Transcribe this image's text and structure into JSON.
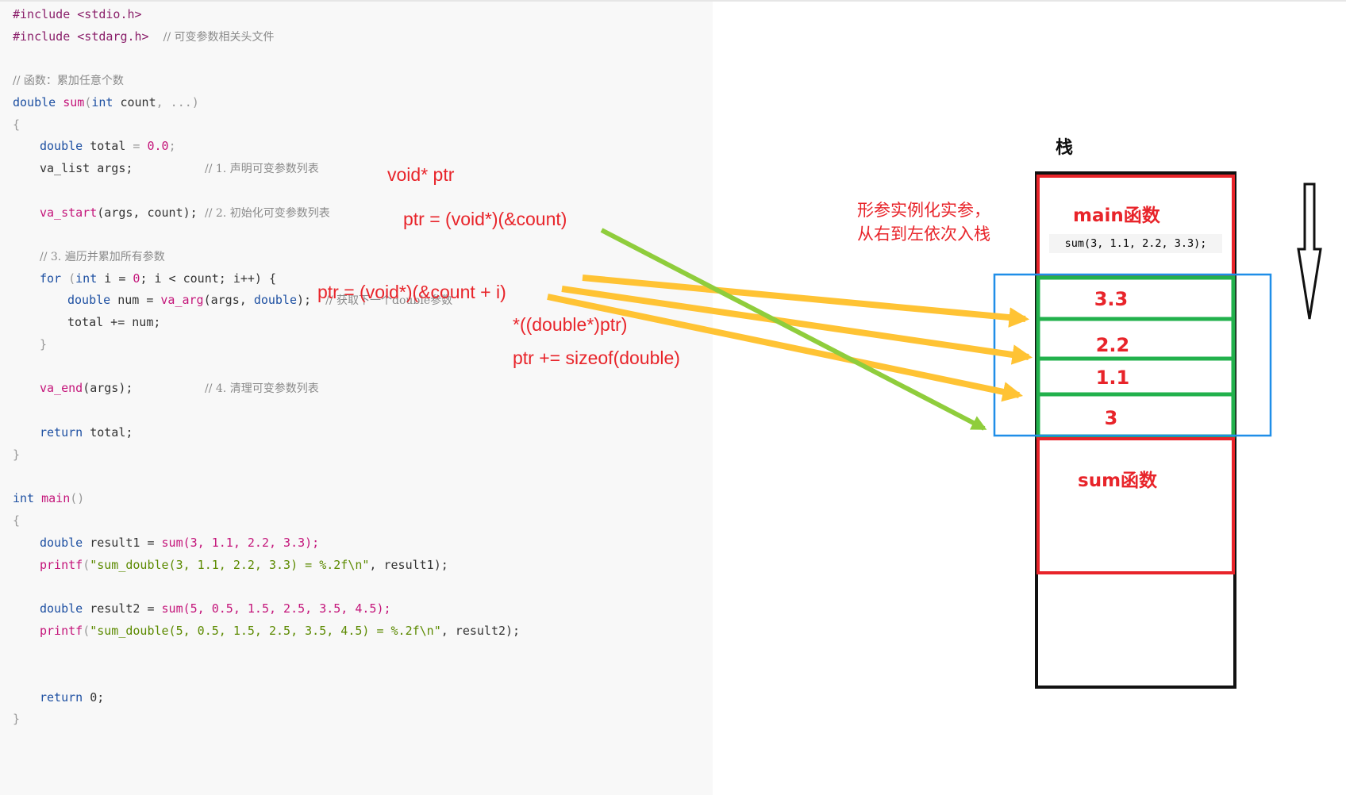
{
  "code": {
    "include1": "#include",
    "include1_file": "<stdio.h>",
    "include2": "#include",
    "include2_file": "<stdarg.h>",
    "include2_comment": "// 可变参数相关头文件",
    "func_comment": "// 函数：累加任意个数",
    "sum_sig": {
      "type": "double",
      "name": "sum",
      "param_type": "int",
      "param": "count",
      "rest": ", ...)"
    },
    "open_brace": "{",
    "close_brace": "}",
    "total_decl": {
      "type": "double",
      "name": "total",
      "op": " = ",
      "value": "0.0",
      "end": ";"
    },
    "va_list_decl": {
      "text": "va_list args;",
      "comment": "// 1. 声明可变参数列表"
    },
    "va_start_line": {
      "fn": "va_start",
      "args": "(args, count);",
      "comment": "// 2. 初始化可变参数列表"
    },
    "loop_comment": "// 3. 遍历并累加所有参数",
    "for_line": {
      "kw": "for",
      "text1": " (",
      "type": "int",
      "text2": " i = ",
      "zero": "0",
      "text3": "; i < count; i++) {"
    },
    "num_line": {
      "type": "double",
      "text1": " num = ",
      "fn": "va_arg",
      "text2": "(args, ",
      "type2": "double",
      "text3": ");",
      "comment": "// 获取下一个double参数"
    },
    "total_add": "total += num;",
    "inner_close": "}",
    "va_end_line": {
      "fn": "va_end",
      "args": "(args);",
      "comment": "// 4. 清理可变参数列表"
    },
    "return_total": {
      "kw": "return",
      "text": " total;"
    },
    "main_sig": {
      "type": "int",
      "name": "main",
      "rest": "()"
    },
    "result1_line": {
      "type": "double",
      "text1": " result1 = ",
      "fn": "sum",
      "args": "(3, 1.1, 2.2, 3.3);"
    },
    "printf1_line": {
      "fn": "printf",
      "str": "\"sum_double(3, 1.1, 2.2, 3.3) = %.2f\\n\"",
      "rest": ", result1);"
    },
    "result2_line": {
      "type": "double",
      "text1": " result2 = ",
      "fn": "sum",
      "args": "(5, 0.5, 1.5, 2.5, 3.5, 4.5);"
    },
    "printf2_line": {
      "fn": "printf",
      "str": "\"sum_double(5, 0.5, 1.5, 2.5, 3.5, 4.5) = %.2f\\n\"",
      "rest": ", result2);"
    },
    "return_zero": {
      "kw": "return",
      "text": " 0;"
    }
  },
  "annotations": {
    "void_ptr": "void* ptr",
    "ptr_init": "ptr = (void*)(&count)",
    "ptr_index": "ptr = (void*)(&count + i)",
    "deref": "*((double*)ptr)",
    "ptr_inc": "ptr += sizeof(double)",
    "instantiate_note": "形参实例化实参，从右到左依次入栈"
  },
  "stack": {
    "title": "栈",
    "main_frame_label": "main函数",
    "main_frame_call": "sum(3, 1.1, 2.2, 3.3);",
    "cells": [
      "3.3",
      "2.2",
      "1.1",
      "3"
    ],
    "sum_frame_label": "sum函数"
  },
  "colors": {
    "annotation_red": "#e8242a",
    "arrow_orange": "#ffc334",
    "arrow_green": "#8fcd3c",
    "cell_green": "#22b14c",
    "frame_red": "#e8242a",
    "param_box_blue": "#1f8ee8"
  }
}
